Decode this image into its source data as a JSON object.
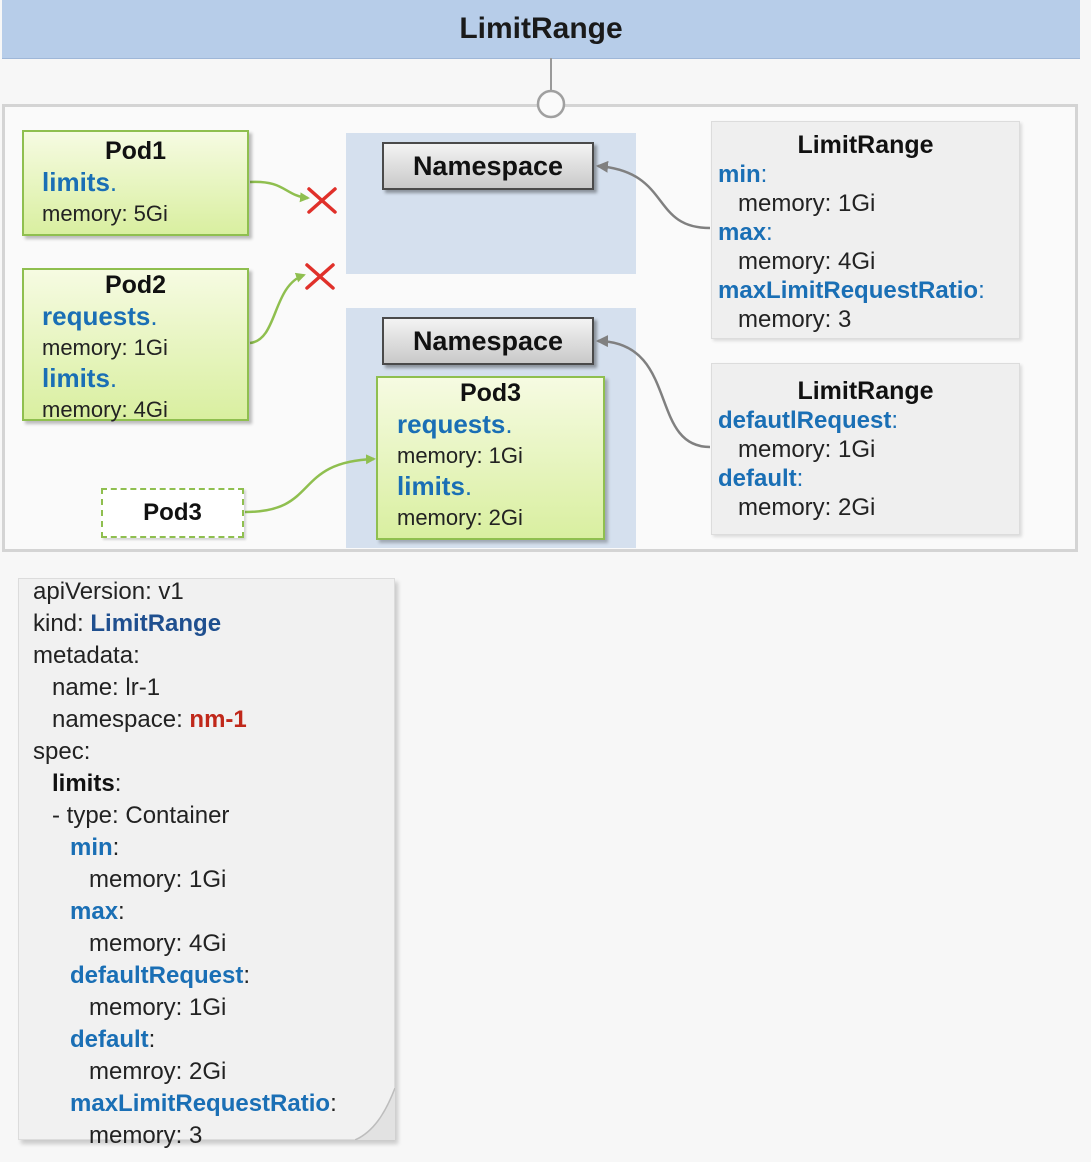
{
  "title": "LimitRange",
  "namespaces": [
    {
      "label": "Namespace"
    },
    {
      "label": "Namespace"
    }
  ],
  "pods": {
    "pod1": {
      "name": "Pod1",
      "l1_key": "limits",
      "l1_dot": ".",
      "l2": "memory: 5Gi"
    },
    "pod2": {
      "name": "Pod2",
      "l1_key": "requests",
      "l1_dot": ".",
      "l2": "memory: 1Gi",
      "l3_key": "limits",
      "l3_dot": ".",
      "l4": "memory: 4Gi"
    },
    "pod3": {
      "name": "Pod3",
      "l1_key": "requests",
      "l1_dot": ".",
      "l2": "memory: 1Gi",
      "l3_key": "limits",
      "l3_dot": ".",
      "l4": "memory: 2Gi"
    },
    "pod3_pending": {
      "name": "Pod3"
    }
  },
  "limitrange_1": {
    "title": "LimitRange",
    "min_key": "min",
    "min_val": "memory: 1Gi",
    "max_key": "max",
    "max_val": "memory: 4Gi",
    "ratio_key": "maxLimitRequestRatio",
    "ratio_val": "memory: 3"
  },
  "limitrange_2": {
    "title": "LimitRange",
    "defreq_key": "defautlRequest",
    "defreq_val": "memory: 1Gi",
    "def_key": "default",
    "def_val": "memory: 2Gi"
  },
  "rejected_icon": "x-mark-icon",
  "colors": {
    "keyword": "#1a6fb5",
    "reject": "#e0302a",
    "pod_border": "#8fbf4f",
    "namespace_area": "#d5e0ee",
    "title_bar": "#b7cde9",
    "yaml_red": "#c0281a"
  },
  "yaml": {
    "api_label": "apiVersion:",
    "api_value": "v1",
    "kind_label": "kind:",
    "kind_value": "LimitRange",
    "metadata_label": "metadata:",
    "name_label": "name:",
    "name_value": "lr-1",
    "namespace_label": "namespace:",
    "namespace_value": "nm-1",
    "spec_label": "spec:",
    "limits_label": "limits",
    "type_line": "- type: Container",
    "min_label": "min",
    "min_value": "memory: 1Gi",
    "max_label": "max",
    "max_value": "memory: 4Gi",
    "defreq_label": "defaultRequest",
    "defreq_value": "memory: 1Gi",
    "default_label": "default",
    "default_value": "memroy: 2Gi",
    "ratio_label": "maxLimitRequestRatio",
    "ratio_value": "memory: 3"
  }
}
